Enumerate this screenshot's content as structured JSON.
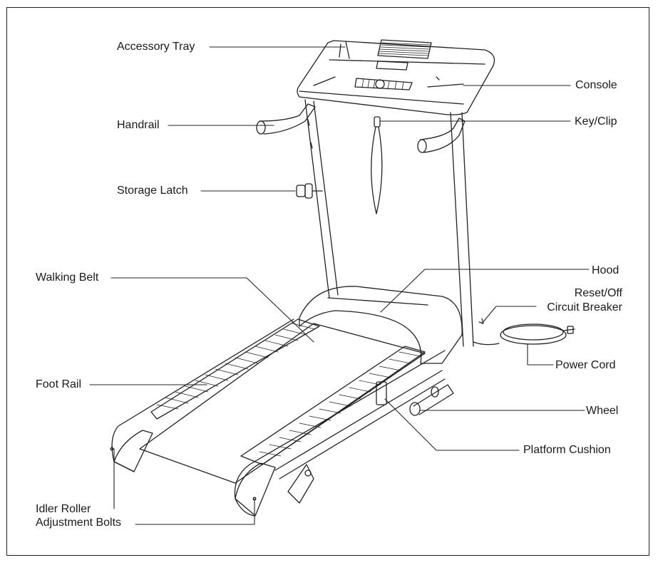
{
  "labels": {
    "accessory_tray": "Accessory Tray",
    "handrail": "Handrail",
    "storage_latch": "Storage Latch",
    "walking_belt": "Walking Belt",
    "foot_rail": "Foot Rail",
    "idler_roller_line1": "Idler Roller",
    "idler_roller_line2": "Adjustment Bolts",
    "console": "Console",
    "key_clip": "Key/Clip",
    "hood": "Hood",
    "reset_line1": "Reset/Off",
    "reset_line2": "Circuit Breaker",
    "power_cord": "Power Cord",
    "wheel": "Wheel",
    "platform_cushion": "Platform Cushion"
  }
}
